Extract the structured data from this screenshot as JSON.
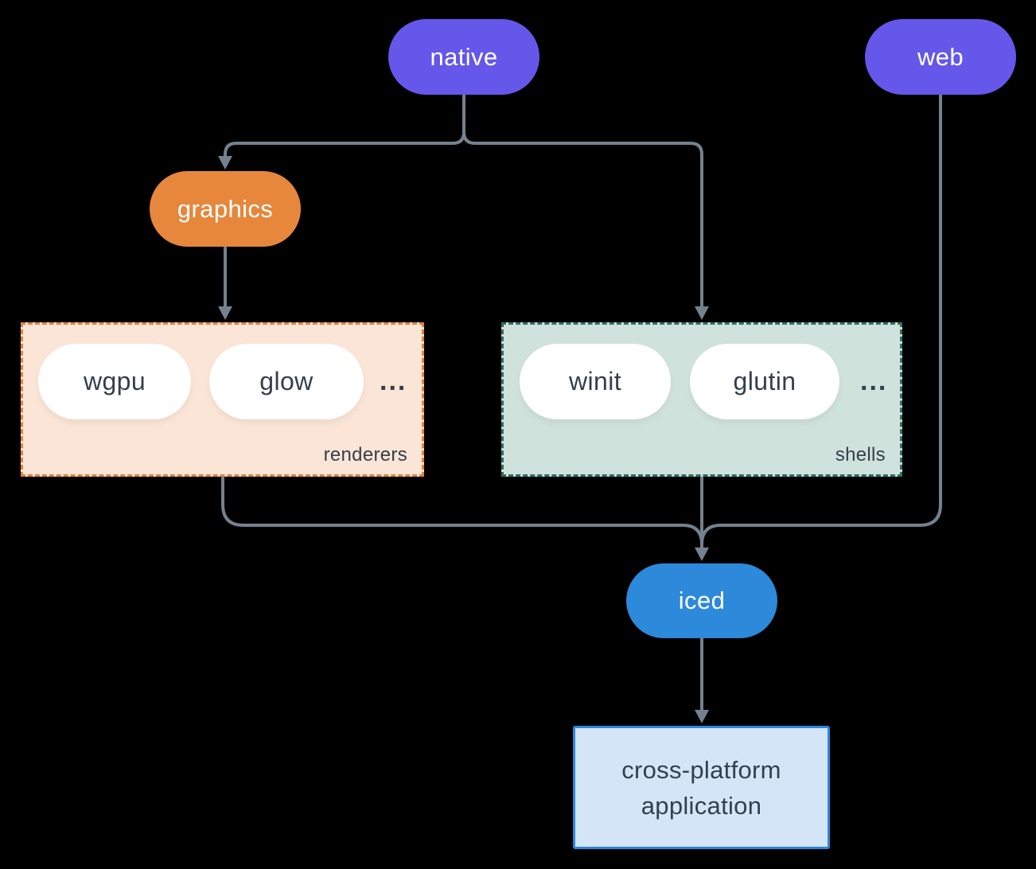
{
  "diagram": {
    "background_color": "#000000",
    "line_color": "#74818E",
    "dark_text_color": "#33404D",
    "nodes": {
      "native": {
        "label": "native",
        "fill": "#6457E9",
        "text_color": "#FFFFFF"
      },
      "web": {
        "label": "web",
        "fill": "#6457E9",
        "text_color": "#FFFFFF"
      },
      "graphics": {
        "label": "graphics",
        "fill": "#E6873C",
        "text_color": "#FFFFFF"
      },
      "iced": {
        "label": "iced",
        "fill": "#2D89DA",
        "text_color": "#FFFFFF"
      },
      "wgpu": {
        "label": "wgpu",
        "fill": "#FFFFFF"
      },
      "glow": {
        "label": "glow",
        "fill": "#FFFFFF"
      },
      "winit": {
        "label": "winit",
        "fill": "#FFFFFF"
      },
      "glutin": {
        "label": "glutin",
        "fill": "#FFFFFF"
      },
      "application": {
        "label_line1": "cross-platform",
        "label_line2": "application",
        "fill": "#D4E5F8",
        "border_color": "#2C86DC"
      }
    },
    "groups": {
      "renderers": {
        "label": "renderers",
        "ellipsis": "...",
        "fill": "#FAE5D6",
        "border_color": "#E0813F"
      },
      "shells": {
        "label": "shells",
        "ellipsis": "...",
        "fill": "#D0E2DC",
        "border_color": "#2E7065"
      }
    }
  }
}
